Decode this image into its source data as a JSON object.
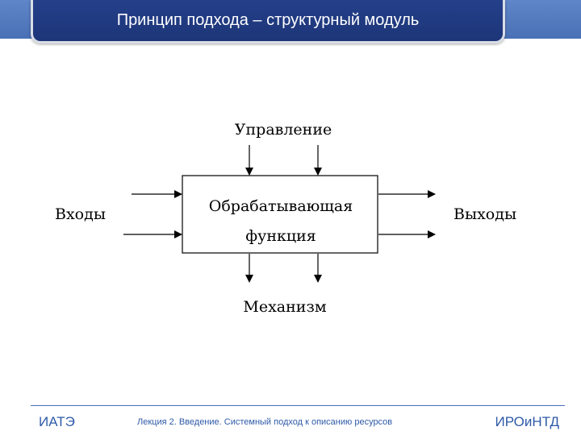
{
  "slide": {
    "title": "Принцип подхода – структурный модуль"
  },
  "diagram": {
    "function_box_line1": "Обрабатывающая",
    "function_box_line2": "функция",
    "control_label": "Управление",
    "inputs_label": "Входы",
    "outputs_label": "Выходы",
    "mechanism_label": "Механизм"
  },
  "footer": {
    "left": "ИАТЭ",
    "center": "Лекция 2. Введение. Системный подход к описанию ресурсов",
    "right": "ИРОиНТД"
  },
  "colors": {
    "title_bg": "#1d3578",
    "band": "#4a70b5",
    "footer_text": "#2e5aa8"
  }
}
